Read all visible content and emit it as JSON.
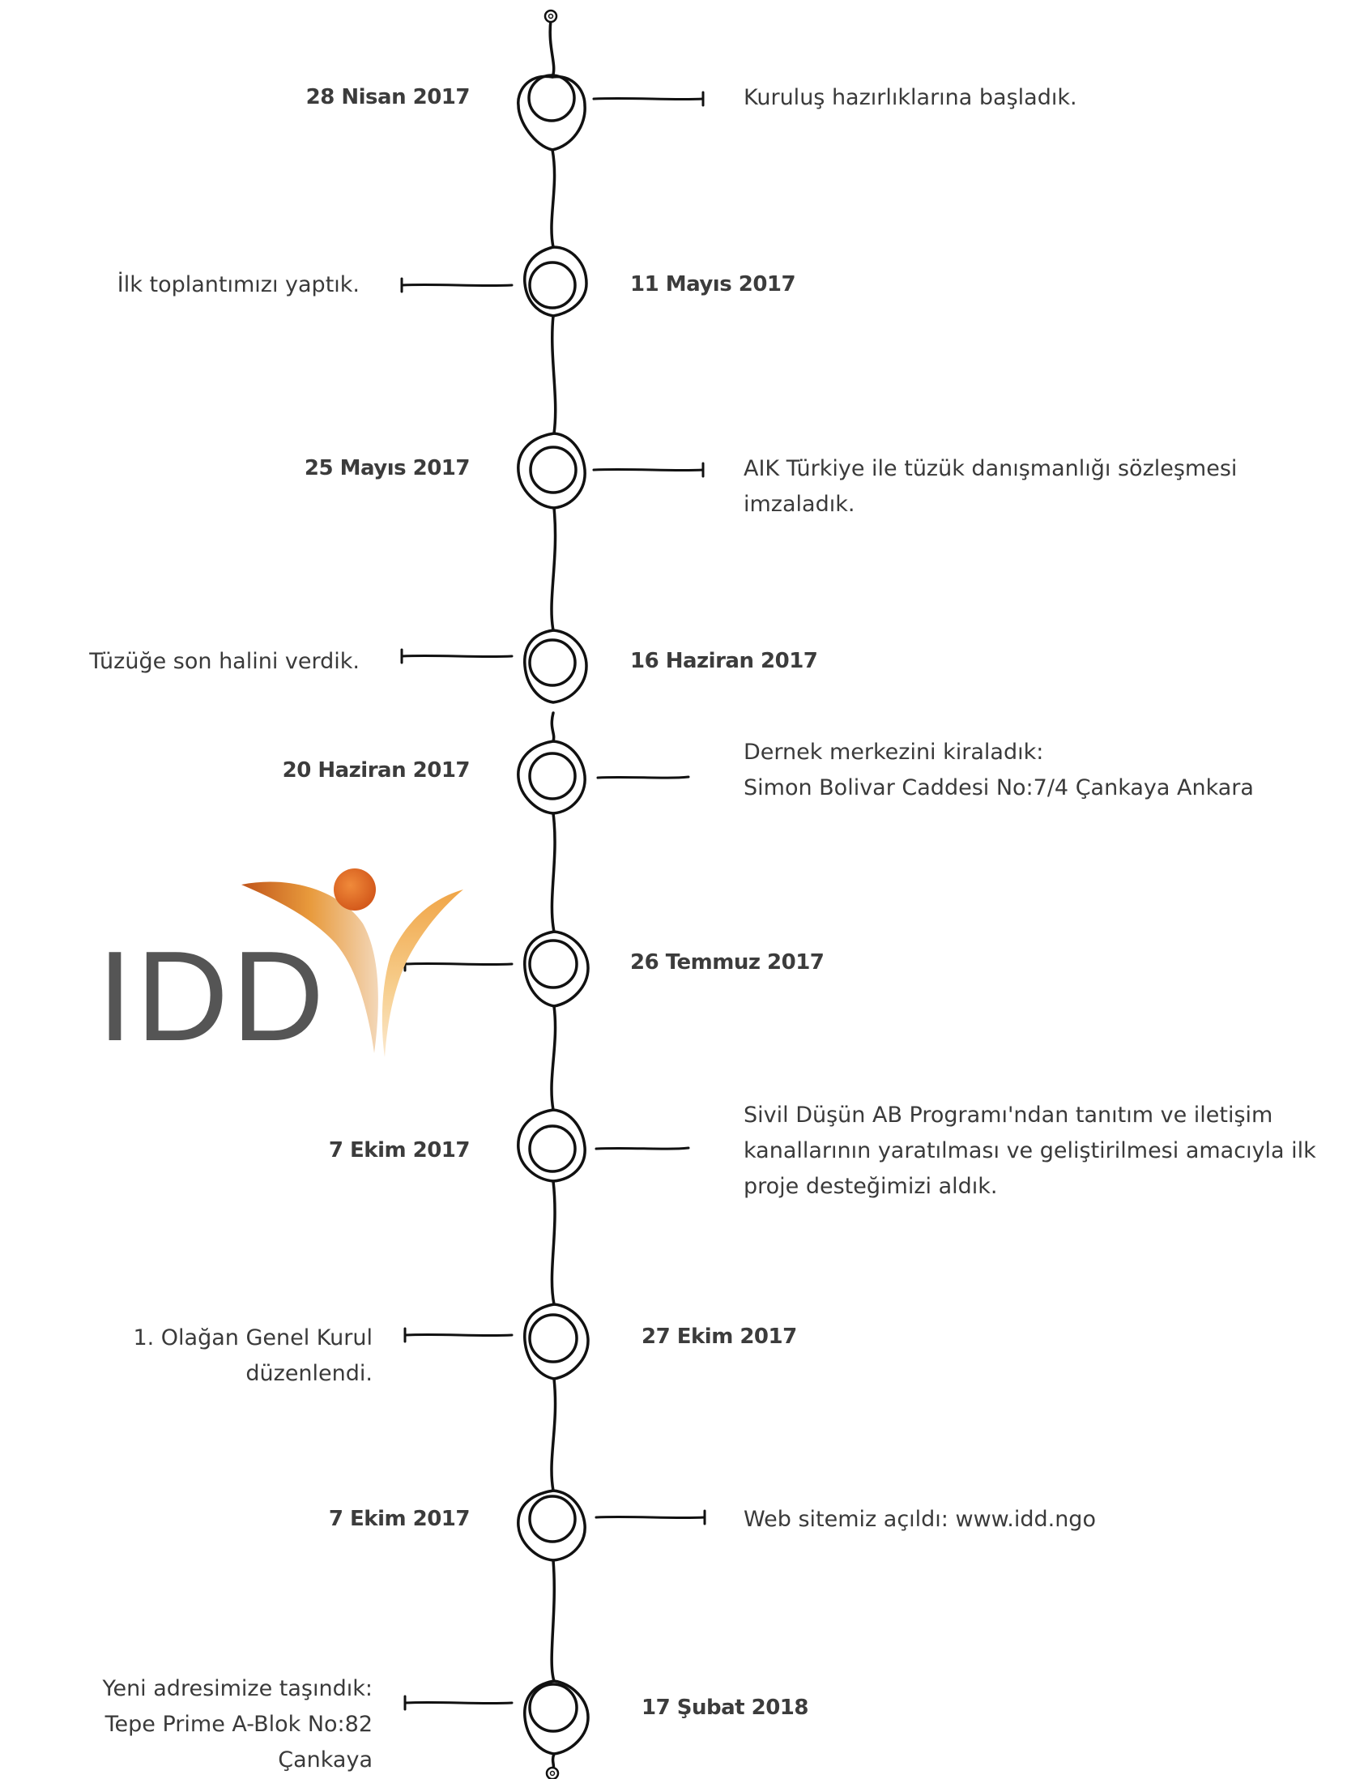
{
  "logo": {
    "text": "IDD"
  },
  "events": [
    {
      "date": "28 Nisan 2017",
      "description": "Kuruluş hazırlıklarına başladık."
    },
    {
      "date": "11 Mayıs 2017",
      "description": "İlk toplantımızı yaptık."
    },
    {
      "date": "25 Mayıs 2017",
      "description": "AIK Türkiye ile tüzük danışmanlığı sözleşmesi imzaladık."
    },
    {
      "date": "16 Haziran 2017",
      "description": "Tüzüğe son halini verdik."
    },
    {
      "date": "20 Haziran 2017",
      "description": "Dernek merkezini kiraladık:\nSimon Bolivar Caddesi No:7/4 Çankaya Ankara"
    },
    {
      "date": "26 Temmuz 2017",
      "description": ""
    },
    {
      "date": "7 Ekim 2017",
      "description": "Sivil Düşün AB Programı'ndan tanıtım ve iletişim\nkanallarının yaratılması ve geliştirilmesi amacıyla ilk\nproje desteğimizi aldık."
    },
    {
      "date": "27 Ekim 2017",
      "description": "1. Olağan Genel Kurul düzenlendi."
    },
    {
      "date": "7 Ekim 2017",
      "description": "Web sitemiz açıldı: www.idd.ngo"
    },
    {
      "date": "17 Şubat 2018",
      "description": "Yeni adresimize taşındık:\nTepe Prime A-Blok No:82 Çankaya"
    }
  ]
}
